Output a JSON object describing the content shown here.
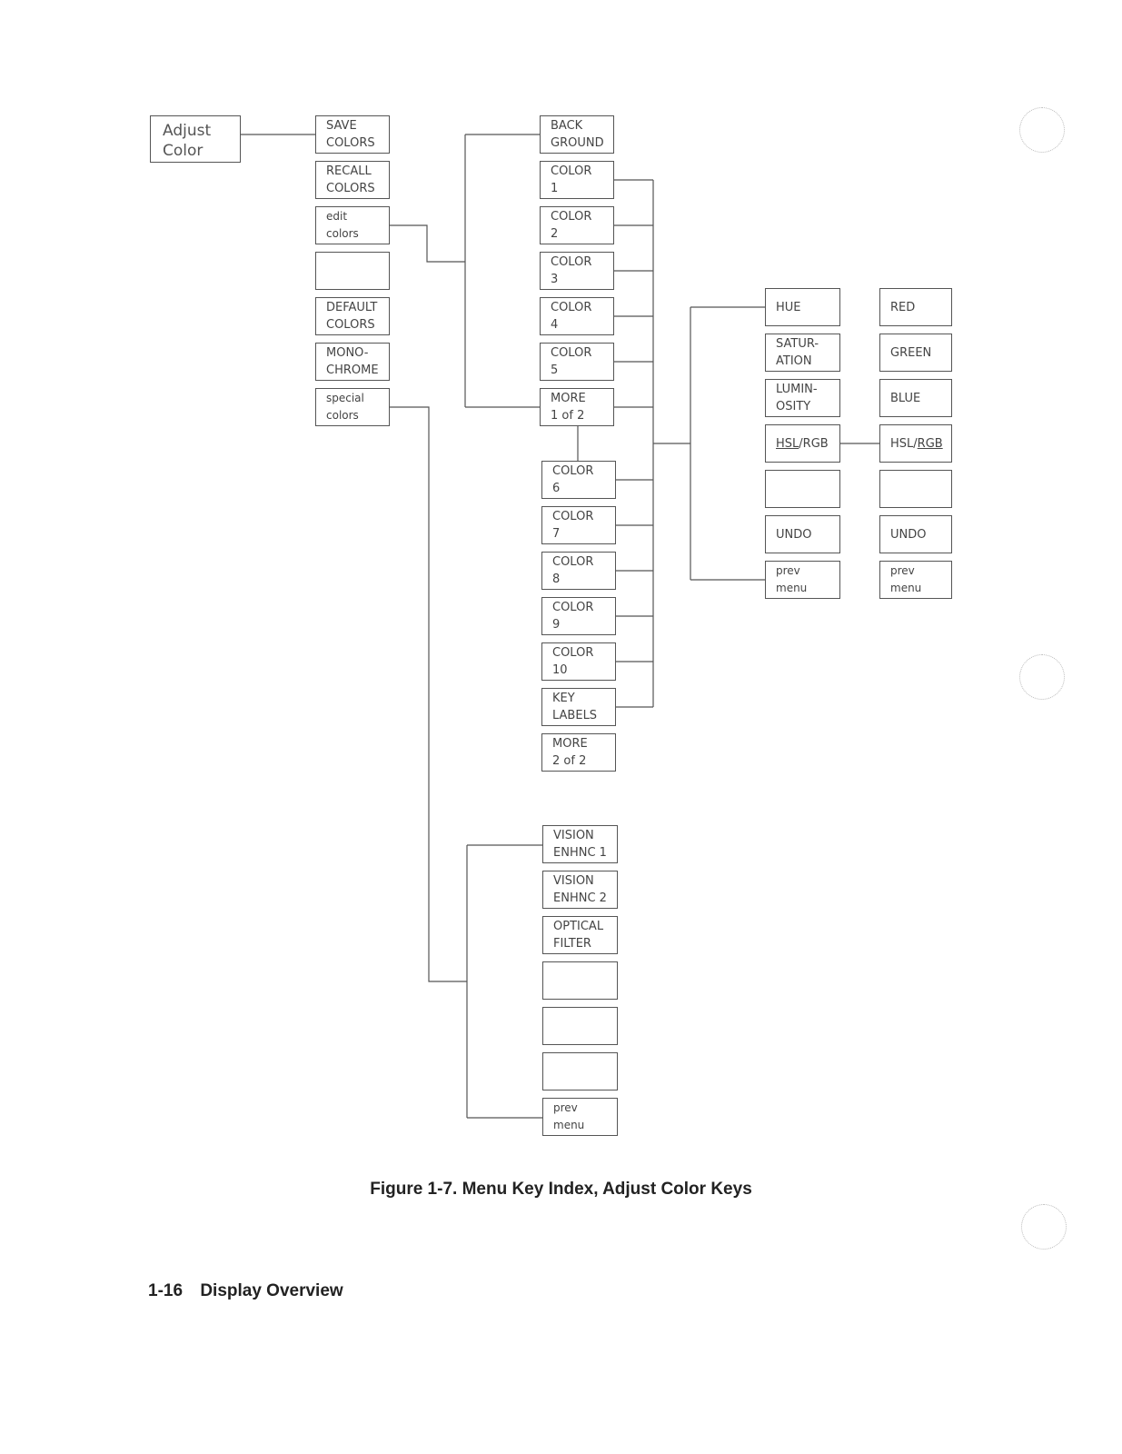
{
  "diagram": {
    "root": {
      "l1": "Adjust",
      "l2": "Color"
    },
    "menu_main": [
      {
        "l1": "SAVE",
        "l2": "COLORS"
      },
      {
        "l1": "RECALL",
        "l2": "COLORS"
      },
      {
        "l1": "edit",
        "l2": "colors"
      },
      {
        "l1": "",
        "l2": ""
      },
      {
        "l1": "DEFAULT",
        "l2": "COLORS"
      },
      {
        "l1": "MONO-",
        "l2": "CHROME"
      },
      {
        "l1": "special",
        "l2": "colors"
      }
    ],
    "menu_edit_page1": [
      {
        "l1": "BACK",
        "l2": "GROUND"
      },
      {
        "l1": "COLOR",
        "l2": "1"
      },
      {
        "l1": "COLOR",
        "l2": "2"
      },
      {
        "l1": "COLOR",
        "l2": "3"
      },
      {
        "l1": "COLOR",
        "l2": "4"
      },
      {
        "l1": "COLOR",
        "l2": "5"
      },
      {
        "l1": "MORE",
        "l2": "1 of 2"
      }
    ],
    "menu_edit_page2": [
      {
        "l1": "COLOR",
        "l2": "6"
      },
      {
        "l1": "COLOR",
        "l2": "7"
      },
      {
        "l1": "COLOR",
        "l2": "8"
      },
      {
        "l1": "COLOR",
        "l2": "9"
      },
      {
        "l1": "COLOR",
        "l2": "10"
      },
      {
        "l1": "KEY",
        "l2": "LABELS"
      },
      {
        "l1": "MORE",
        "l2": "2 of 2"
      }
    ],
    "menu_hsl": [
      {
        "l1": "HUE",
        "l2": ""
      },
      {
        "l1": "SATUR-",
        "l2": "ATION"
      },
      {
        "l1": "LUMIN-",
        "l2": "OSITY"
      },
      {
        "l1": "HSL/RGB",
        "l2": ""
      },
      {
        "l1": "",
        "l2": ""
      },
      {
        "l1": "UNDO",
        "l2": ""
      },
      {
        "l1": "prev",
        "l2": "menu"
      }
    ],
    "menu_rgb": [
      {
        "l1": "RED",
        "l2": ""
      },
      {
        "l1": "GREEN",
        "l2": ""
      },
      {
        "l1": "BLUE",
        "l2": ""
      },
      {
        "l1": "HSL/RGB",
        "l2": ""
      },
      {
        "l1": "",
        "l2": ""
      },
      {
        "l1": "UNDO",
        "l2": ""
      },
      {
        "l1": "prev",
        "l2": "menu"
      }
    ],
    "menu_special": [
      {
        "l1": "VISION",
        "l2": "ENHNC 1"
      },
      {
        "l1": "VISION",
        "l2": "ENHNC 2"
      },
      {
        "l1": "OPTICAL",
        "l2": "FILTER"
      },
      {
        "l1": "",
        "l2": ""
      },
      {
        "l1": "",
        "l2": ""
      },
      {
        "l1": "",
        "l2": ""
      },
      {
        "l1": "prev",
        "l2": "menu"
      }
    ]
  },
  "caption": "Figure 1-7. Menu Key Index, Adjust Color Keys",
  "footer": {
    "page": "1-16",
    "section": "Display Overview"
  }
}
